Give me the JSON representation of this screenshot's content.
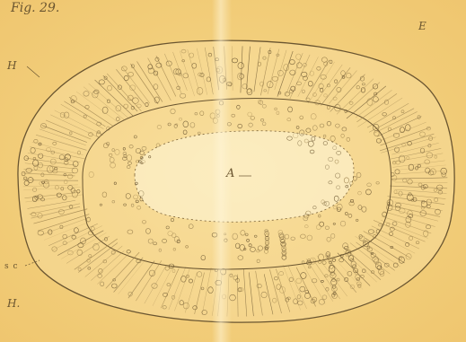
{
  "figure": {
    "title": "Fig. 29.",
    "labels": {
      "E": "E",
      "H_top": "H",
      "H_bottom": "H.",
      "A": "A",
      "sc": "s c"
    }
  },
  "colors": {
    "paper": "#f2cf7a",
    "ink": "#6a5530",
    "light_ink": "#9a7f4a"
  }
}
